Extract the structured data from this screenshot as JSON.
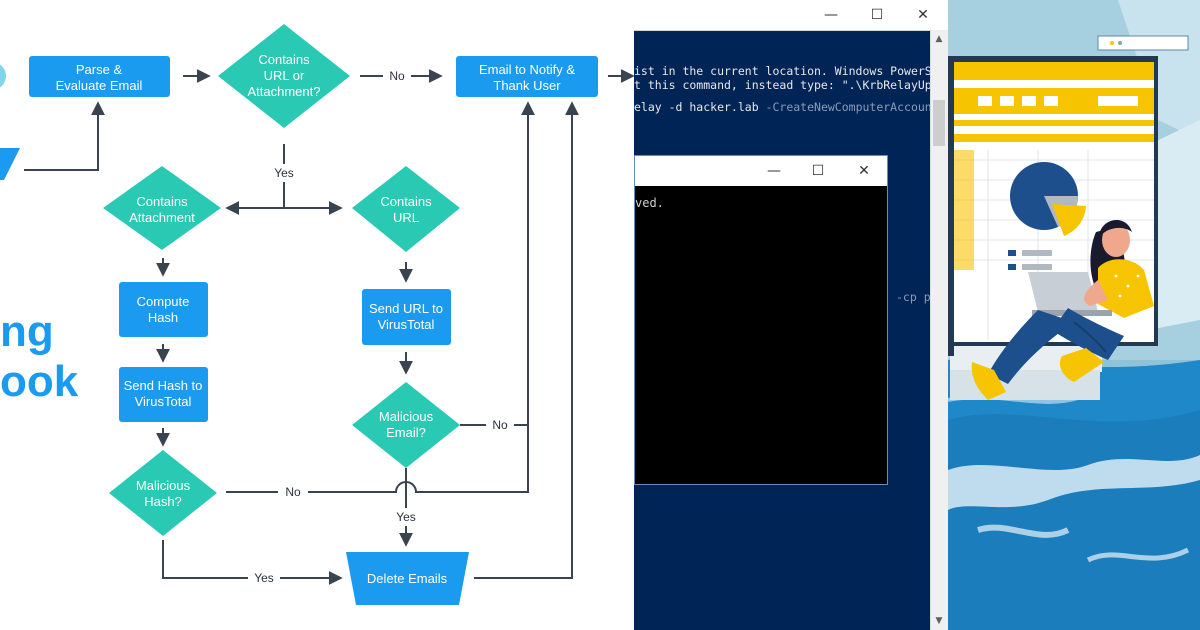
{
  "flowchart": {
    "side_text": [
      "ng",
      "ook"
    ],
    "nodes": {
      "parse": [
        "Parse &",
        "Evaluate Email"
      ],
      "contains_url_or_attachment": [
        "Contains",
        "URL or",
        "Attachment?"
      ],
      "notify": [
        "Email to Notify &",
        "Thank User"
      ],
      "contains_attachment": [
        "Contains",
        "Attachment"
      ],
      "contains_url": [
        "Contains",
        "URL"
      ],
      "compute_hash": [
        "Compute",
        "Hash"
      ],
      "send_url": [
        "Send URL to",
        "VirusTotal"
      ],
      "send_hash": [
        "Send Hash to",
        "VirusTotal"
      ],
      "malicious_email": [
        "Malicious",
        "Email?"
      ],
      "malicious_hash": [
        "Malicious",
        "Hash?"
      ],
      "delete": [
        "Delete Emails"
      ]
    },
    "edge_labels": {
      "no_to_notify": "No",
      "yes_branch": "Yes",
      "no_email": "No",
      "no_hash": "No",
      "yes_email": "Yes",
      "yes_hash": "Yes"
    },
    "colors": {
      "box": "#1a9bf0",
      "diamond": "#2ac9b4",
      "edge": "#3a4350"
    }
  },
  "terminal": {
    "lines": [
      "ist in the current location. Windows PowerS",
      "t this command, instead type: \".\\KrbRelayUp"
    ],
    "cmd_line": "elay -d hacker.lab ",
    "cmd_line_dim": "-CreateNewComputerAccoun",
    "partial_right": "-cp p",
    "cmd_window_text": "ved.",
    "colors": {
      "background": "#012456",
      "cmd_background": "#000000"
    }
  },
  "illustration": {
    "icons": [
      "pie-chart",
      "laptop",
      "woman-with-laptop"
    ]
  }
}
